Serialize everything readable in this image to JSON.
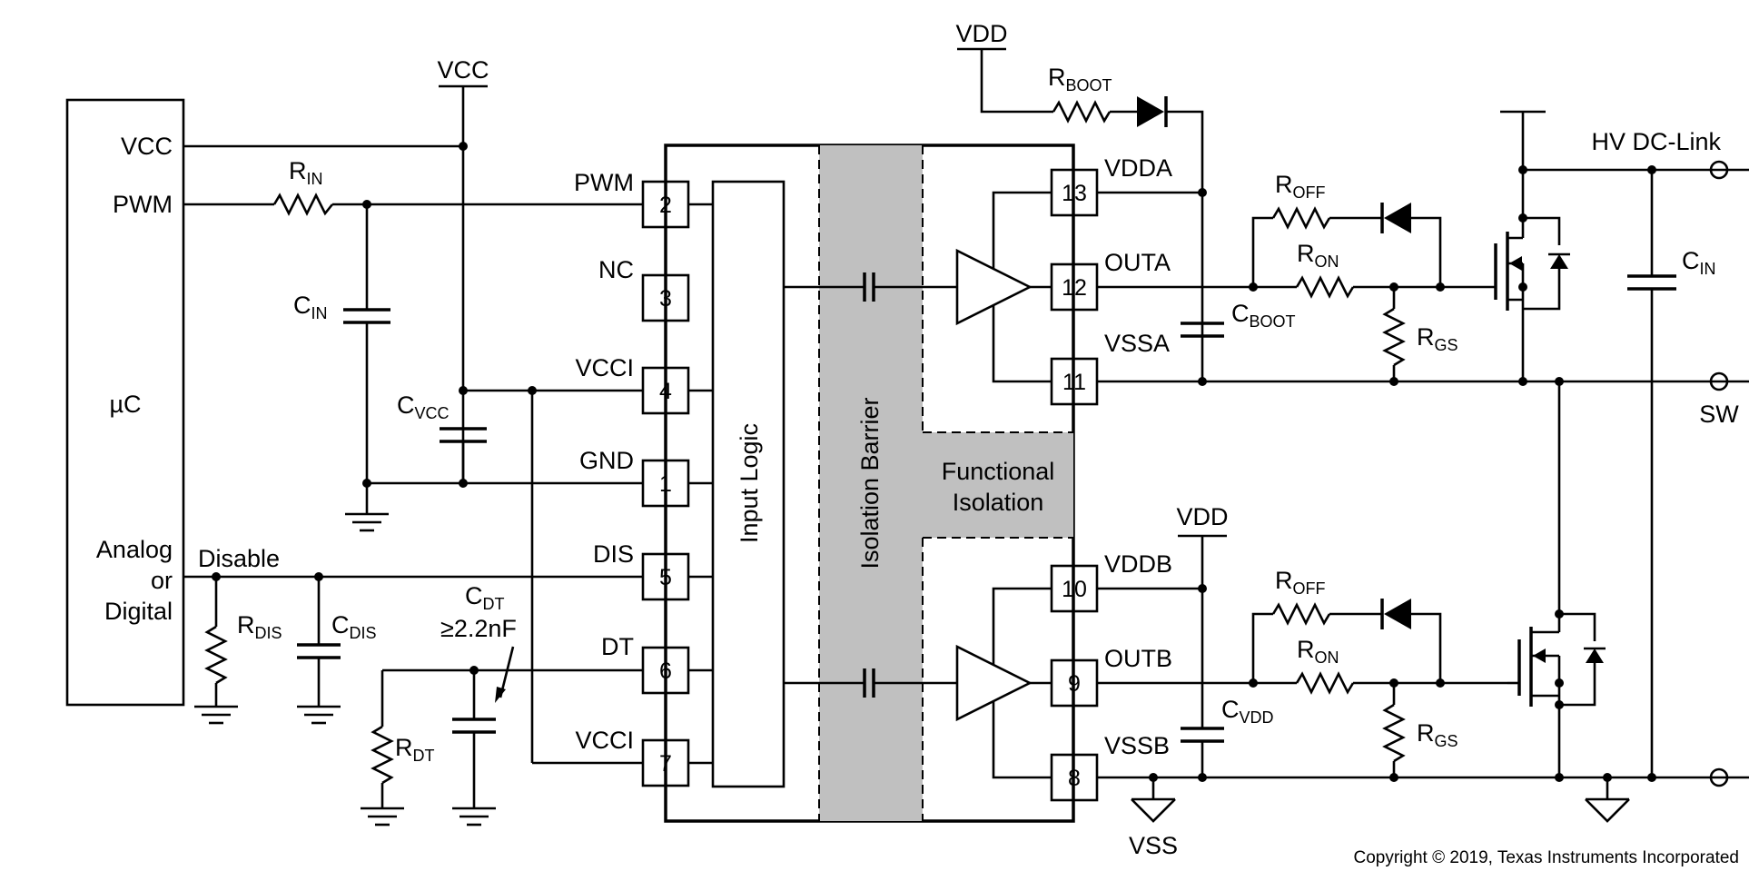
{
  "mcu": {
    "vcc_label": "VCC",
    "pwm_label": "PWM",
    "name": "µC",
    "analog_line1": "Analog",
    "analog_line2": "or",
    "analog_line3": "Digital"
  },
  "rails": {
    "vcc": "VCC",
    "vdd_top": "VDD",
    "vdd_mid": "VDD",
    "vss": "VSS"
  },
  "components": {
    "r_in": {
      "main": "R",
      "sub": "IN"
    },
    "c_in_left": {
      "main": "C",
      "sub": "IN"
    },
    "c_vcc": {
      "main": "C",
      "sub": "VCC"
    },
    "r_dis": {
      "main": "R",
      "sub": "DIS"
    },
    "c_dis": {
      "main": "C",
      "sub": "DIS"
    },
    "r_dt": {
      "main": "R",
      "sub": "DT"
    },
    "c_dt": {
      "main": "C",
      "sub": "DT"
    },
    "c_dt_value": "≥2.2nF",
    "r_boot": {
      "main": "R",
      "sub": "BOOT"
    },
    "c_boot": {
      "main": "C",
      "sub": "BOOT"
    },
    "c_vdd": {
      "main": "C",
      "sub": "VDD"
    },
    "r_off_a": {
      "main": "R",
      "sub": "OFF"
    },
    "r_on_a": {
      "main": "R",
      "sub": "ON"
    },
    "r_gs_a": {
      "main": "R",
      "sub": "GS"
    },
    "r_off_b": {
      "main": "R",
      "sub": "OFF"
    },
    "r_on_b": {
      "main": "R",
      "sub": "ON"
    },
    "r_gs_b": {
      "main": "R",
      "sub": "GS"
    },
    "c_in_right": {
      "main": "C",
      "sub": "IN"
    }
  },
  "signals": {
    "disable": "Disable"
  },
  "pins_left": [
    {
      "name": "PWM",
      "num": "2"
    },
    {
      "name": "NC",
      "num": "3"
    },
    {
      "name": "VCCI",
      "num": "4"
    },
    {
      "name": "GND",
      "num": "1"
    },
    {
      "name": "DIS",
      "num": "5"
    },
    {
      "name": "DT",
      "num": "6"
    },
    {
      "name": "VCCI",
      "num": "7"
    }
  ],
  "pins_right": [
    {
      "name": "VDDA",
      "num": "13"
    },
    {
      "name": "OUTA",
      "num": "12"
    },
    {
      "name": "VSSA",
      "num": "11"
    },
    {
      "name": "VDDB",
      "num": "10"
    },
    {
      "name": "OUTB",
      "num": "9"
    },
    {
      "name": "VSSB",
      "num": "8"
    }
  ],
  "ic": {
    "input_logic": "Input Logic",
    "isolation_barrier": "Isolation Barrier",
    "functional_line1": "Functional",
    "functional_line2": "Isolation"
  },
  "power": {
    "hv_dc_link": "HV DC-Link",
    "sw": "SW"
  },
  "copyright": "Copyright © 2019, Texas Instruments Incorporated",
  "colors": {
    "barrier_fill": "#c0c0c0",
    "wire": "#000000"
  }
}
